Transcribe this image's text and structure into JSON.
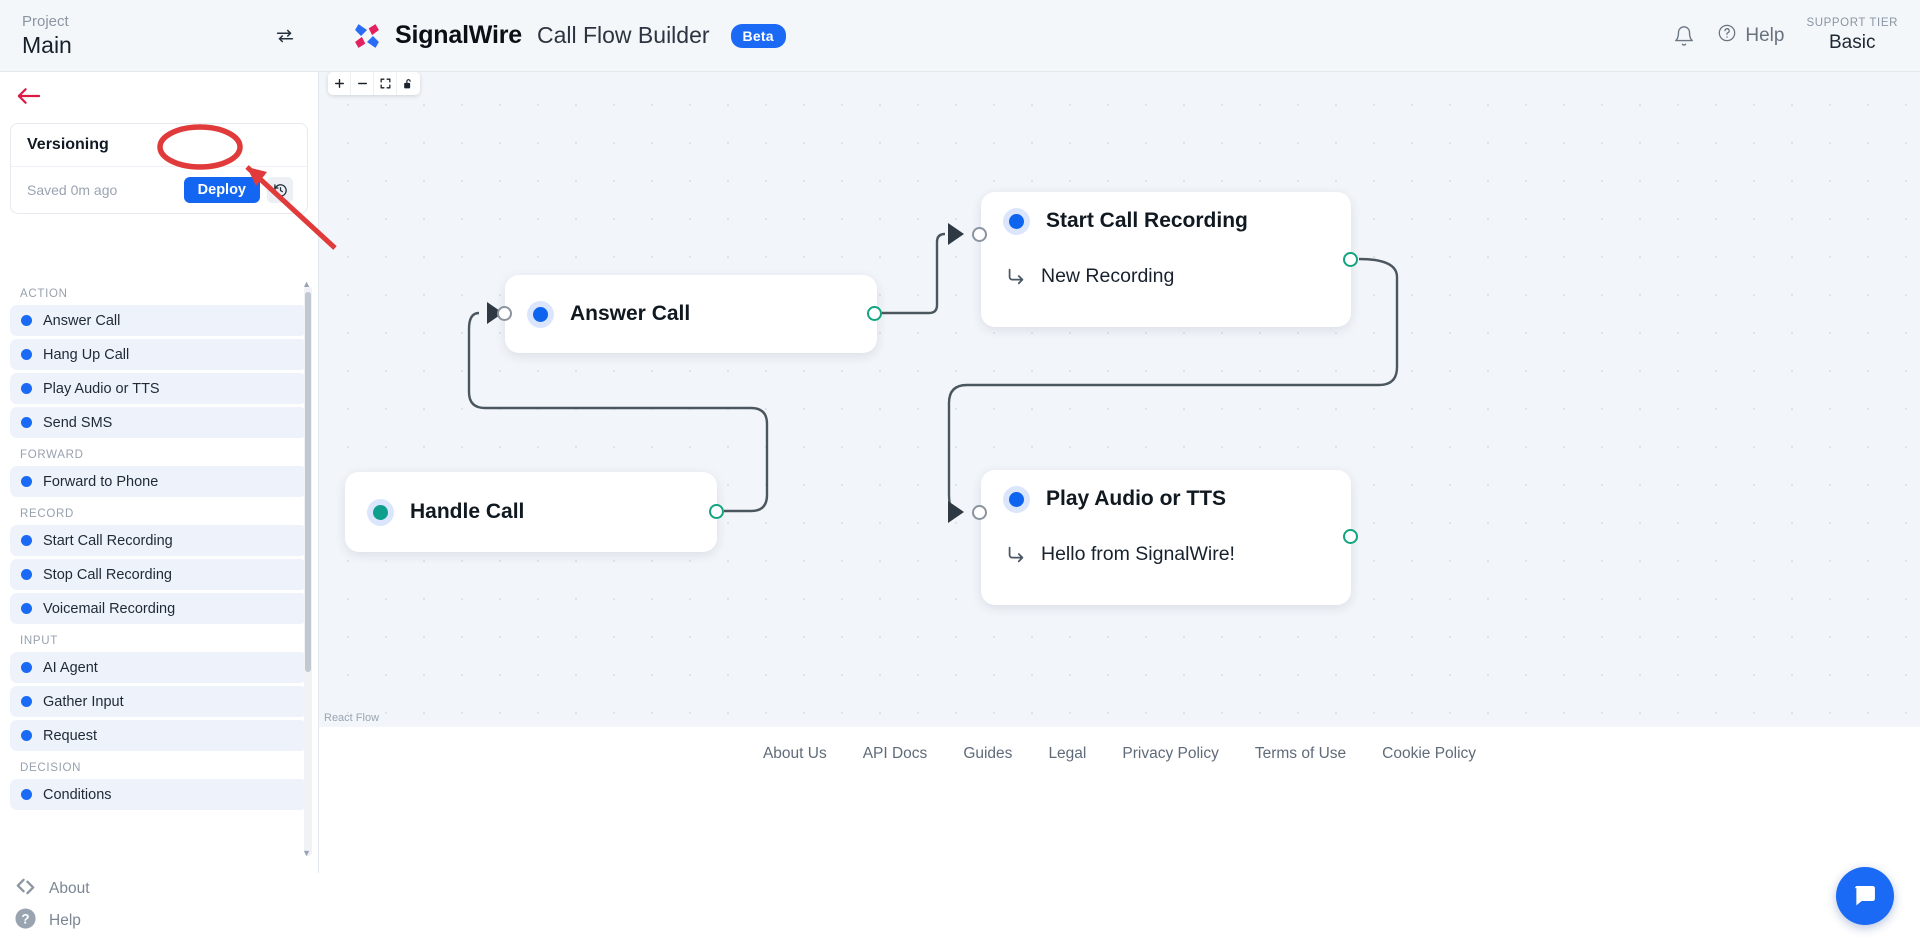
{
  "header": {
    "project_label": "Project",
    "project_name": "Main",
    "swap_icon": "swap-horizontal-icon",
    "brand_name": "SignalWire",
    "brand_sub": "Call Flow Builder",
    "beta_badge": "Beta",
    "bell_icon": "bell-icon",
    "help_icon": "question-circle-icon",
    "help_label": "Help",
    "support_tier_label": "SUPPORT TIER",
    "support_tier_value": "Basic",
    "accent_blue": "#1a6af5"
  },
  "sidebar": {
    "back_icon": "back-arrow-icon",
    "versioning": {
      "title": "Versioning",
      "saved_text": "Saved 0m ago",
      "deploy_label": "Deploy",
      "history_icon": "history-clock-icon"
    },
    "groups": [
      {
        "label": "ACTION",
        "items": [
          {
            "label": "Answer Call",
            "dot": "#1a6af5"
          },
          {
            "label": "Hang Up Call",
            "dot": "#1a6af5"
          },
          {
            "label": "Play Audio or TTS",
            "dot": "#1a6af5"
          },
          {
            "label": "Send SMS",
            "dot": "#1a6af5"
          }
        ]
      },
      {
        "label": "FORWARD",
        "items": [
          {
            "label": "Forward to Phone",
            "dot": "#1a6af5"
          }
        ]
      },
      {
        "label": "RECORD",
        "items": [
          {
            "label": "Start Call Recording",
            "dot": "#1a6af5"
          },
          {
            "label": "Stop Call Recording",
            "dot": "#1a6af5"
          },
          {
            "label": "Voicemail Recording",
            "dot": "#1a6af5"
          }
        ]
      },
      {
        "label": "INPUT",
        "items": [
          {
            "label": "AI Agent",
            "dot": "#1a6af5"
          },
          {
            "label": "Gather Input",
            "dot": "#1a6af5"
          },
          {
            "label": "Request",
            "dot": "#1a6af5"
          }
        ]
      },
      {
        "label": "DECISION",
        "items": [
          {
            "label": "Conditions",
            "dot": "#1a6af5"
          }
        ]
      }
    ],
    "footer": {
      "about_icon": "signalwire-chevrons-icon",
      "about_label": "About",
      "help_icon": "question-circle-filled-icon",
      "help_label": "Help"
    }
  },
  "canvas": {
    "toolbar": [
      {
        "name": "zoom-in-button",
        "icon": "plus-icon"
      },
      {
        "name": "zoom-out-button",
        "icon": "minus-icon"
      },
      {
        "name": "fit-view-button",
        "icon": "fit-view-icon"
      },
      {
        "name": "lock-toggle-button",
        "icon": "unlocked-padlock-icon"
      }
    ],
    "attribution": "React Flow",
    "nodes": [
      {
        "id": "answer-call",
        "title": "Answer Call",
        "subtitle": "",
        "icon_color": "#0d64ef"
      },
      {
        "id": "start-call-recording",
        "title": "Start Call Recording",
        "subtitle": "New Recording",
        "icon_color": "#0d64ef"
      },
      {
        "id": "handle-call",
        "title": "Handle Call",
        "subtitle": "",
        "icon_color": "#0e9f8c"
      },
      {
        "id": "play-audio-tts",
        "title": "Play Audio or TTS",
        "subtitle": "Hello from SignalWire!",
        "icon_color": "#0d64ef"
      }
    ]
  },
  "annotation": {
    "highlight_target": "deploy-button",
    "shape": "red-ellipse-and-arrow",
    "color": "#e03a3a"
  },
  "footer": {
    "links": [
      "About Us",
      "API Docs",
      "Guides",
      "Legal",
      "Privacy Policy",
      "Terms of Use",
      "Cookie Policy"
    ],
    "chat_icon": "chat-bubble-icon"
  }
}
